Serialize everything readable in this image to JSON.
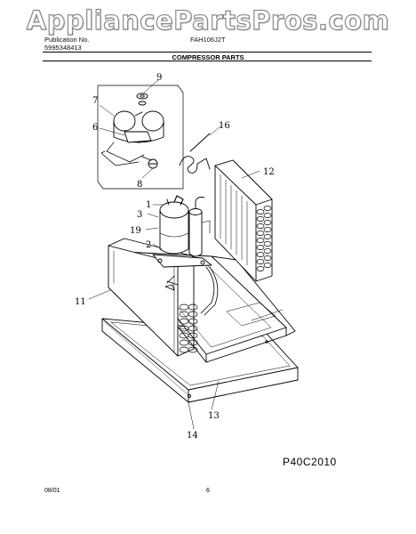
{
  "watermark": "AppliancePartsPros.com",
  "header": {
    "publication_label": "Publication No.",
    "publication_number": "5995348413",
    "model": "FAH106J2T",
    "section_title": "COMPRESSOR PARTS"
  },
  "diagram": {
    "callouts": [
      "9",
      "7",
      "6",
      "8",
      "16",
      "12",
      "1",
      "3",
      "19",
      "2",
      "11",
      "13",
      "14"
    ],
    "code": "P40C2010"
  },
  "footer": {
    "date": "08/01",
    "page": "6"
  }
}
